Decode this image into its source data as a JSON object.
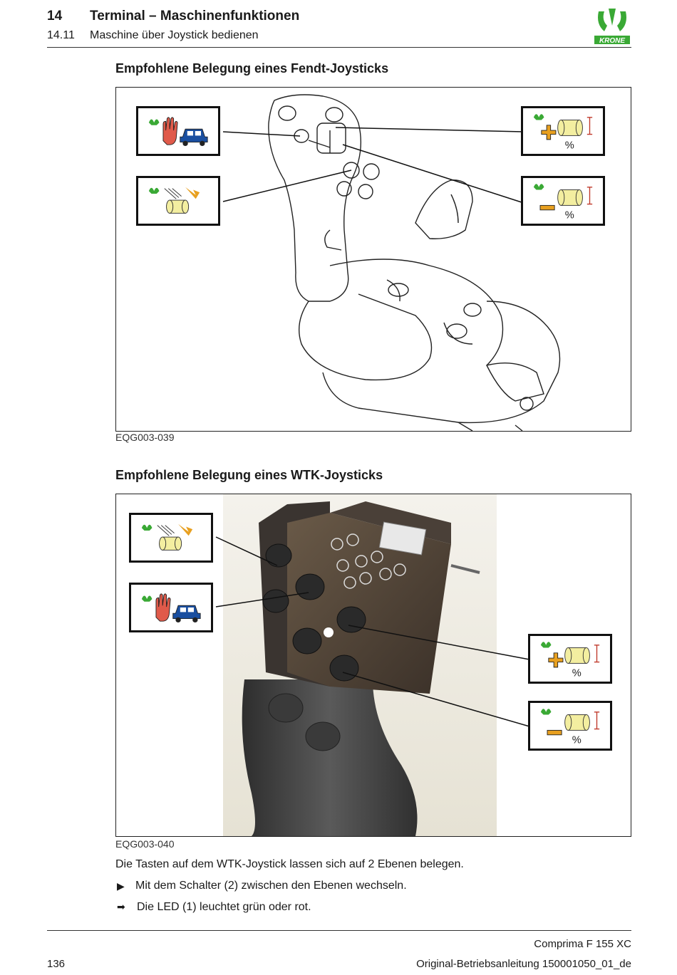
{
  "header": {
    "chapter_number": "14",
    "chapter_title": "Terminal – Maschinenfunktionen",
    "section_number": "14.11",
    "section_title": "Maschine über Joystick bedienen",
    "logo_text": "KRONE"
  },
  "figures": [
    {
      "heading": "Empfohlene Belegung eines Fendt-Joysticks",
      "code": "EQG003-039",
      "callouts": [
        {
          "icon": "krone-manual-vehicle-icon"
        },
        {
          "icon": "krone-knife-lift-icon"
        },
        {
          "icon": "krone-increase-icon",
          "percent": "%"
        },
        {
          "icon": "krone-decrease-icon",
          "percent": "%"
        }
      ]
    },
    {
      "heading": "Empfohlene Belegung eines WTK-Joysticks",
      "code": "EQG003-040",
      "callouts": [
        {
          "icon": "krone-knife-lift-icon"
        },
        {
          "icon": "krone-manual-vehicle-icon"
        },
        {
          "icon": "krone-increase-icon",
          "percent": "%"
        },
        {
          "icon": "krone-decrease-icon",
          "percent": "%"
        }
      ]
    }
  ],
  "body": {
    "paragraph": "Die Tasten auf dem WTK-Joystick lassen sich auf 2 Ebenen belegen.",
    "step_marker": "▶",
    "step": "Mit dem Schalter (2) zwischen den Ebenen wechseln.",
    "result_marker": "➡",
    "result": "Die LED (1) leuchtet grün oder rot."
  },
  "footer": {
    "model": "Comprima F 155 XC",
    "page_number": "136",
    "document": "Original-Betriebsanleitung 150001050_01_de"
  },
  "colors": {
    "krone_green": "#3aa935",
    "accent_orange": "#e8a020",
    "cylinder_yellow": "#f3eea0",
    "hand_red": "#e05a4a",
    "tractor_blue": "#1a4fa0"
  }
}
